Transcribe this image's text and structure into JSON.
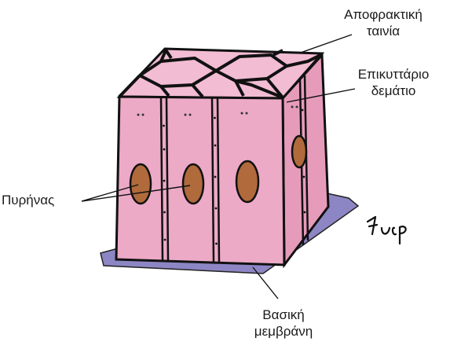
{
  "labels": {
    "tight_junction": {
      "line1": "Αποφρακτική",
      "line2": "ταινία"
    },
    "desmosome": {
      "line1": "Επικυττάριο",
      "line2": "δεμάτιο"
    },
    "nucleus": "Πυρήνας",
    "basement_membrane": {
      "line1": "Βασική",
      "line2": "μεμβράνη"
    }
  },
  "signature": "Fucp",
  "colors": {
    "cell_front": "#ecaac7",
    "cell_side": "#e79bbb",
    "cell_top": "#f2bcd3",
    "nucleus": "#b06a3c",
    "basement_membrane": "#8d86c4",
    "outline": "#111111"
  }
}
